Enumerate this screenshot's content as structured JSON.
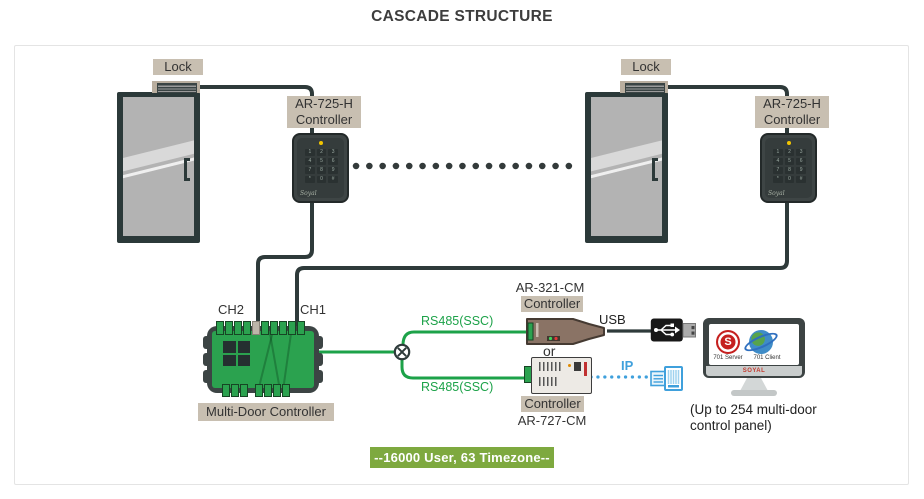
{
  "title": "CASCADE STRUCTURE",
  "colors": {
    "wire_dark": "#2E3A3A",
    "wire_green": "#1DA249",
    "ip_blue": "#3FA0DC",
    "label_tan": "#C8BFB1",
    "badge_green": "#7EA93F",
    "pcb_green": "#2BA24F",
    "soyal_red": "#C5201F"
  },
  "doors": [
    {
      "lock_label": "Lock",
      "model": "AR-725-H",
      "model_label": "Controller",
      "brand": "Soyal"
    },
    {
      "lock_label": "Lock",
      "model": "AR-725-H",
      "model_label": "Controller",
      "brand": "Soyal"
    }
  ],
  "keypad_keys": [
    "1",
    "2",
    "3",
    "4",
    "5",
    "6",
    "7",
    "8",
    "9",
    "*",
    "0",
    "#"
  ],
  "hub": {
    "ch2_label": "CH2",
    "ch1_label": "CH1",
    "label": "Multi-Door Controller"
  },
  "links": {
    "rs485_top": "RS485(SSC)",
    "rs485_bottom": "RS485(SSC)",
    "usb_label": "USB",
    "or_label": "or",
    "ip_label": "IP"
  },
  "converters": {
    "usb": {
      "model": "AR-321-CM",
      "label": "Controller"
    },
    "ip": {
      "label": "Controller",
      "model": "AR-727-CM"
    }
  },
  "computer": {
    "logo_letter": "S",
    "server_app": "701 Server",
    "client_app": "701 Client",
    "brand": "SOYAL",
    "note": "(Up to 254 multi-door control panel)"
  },
  "footer_badge": "--16000 User, 63 Timezone--"
}
